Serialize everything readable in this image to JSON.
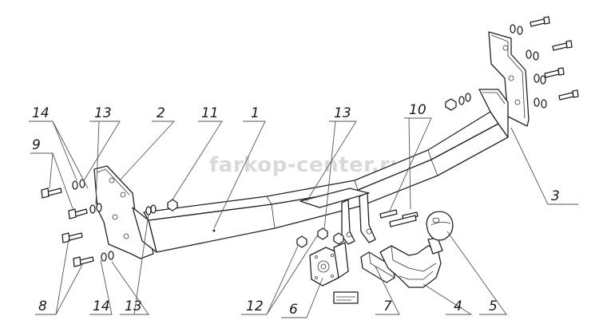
{
  "watermark": "farkop-center.ru",
  "callouts": [
    "14",
    "13",
    "2",
    "11",
    "1",
    "13",
    "10",
    "3",
    "9",
    "8",
    "14",
    "13",
    "12",
    "6",
    "7",
    "4",
    "5"
  ],
  "colors": {
    "line": "#222222",
    "watermark": "#d9d9d9",
    "background": "#ffffff"
  }
}
